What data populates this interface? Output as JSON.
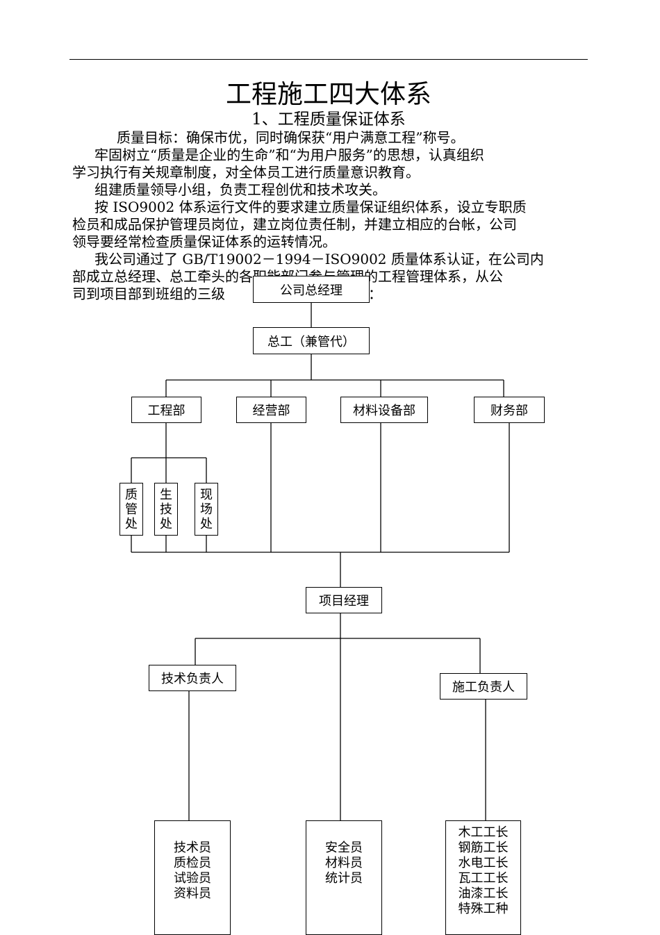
{
  "document": {
    "title": "工程施工四大体系",
    "subtitle": "1、工程质量保证体系",
    "goal": "质量目标：确保市优，同时确保获“用户满意工程”称号。",
    "paragraphs": [
      [
        "牢固树立“质量是企业的生命”和“为用户服务”的思想，认真组织",
        "学习执行有关规章制度，对全体员工进行质量意识教育。"
      ],
      [
        "组建质量领导小组，负责工程创优和技术攻关。"
      ],
      [
        "按 ISO9002 体系运行文件的要求建立质量保证组织体系，设立专职质",
        "检员和成品保护管理员岗位，建立岗位责任制，并建立相应的台帐，公司",
        "领导要经常检查质量保证体系的运转情况。"
      ],
      [
        "我公司通过了 GB/T19002－1994－ISO9002 质量体系认证，在公司内",
        "部成立总经理、总工牵头的各职能部门参与管理的工程管理体系，从公",
        "司到项目部到班组的三级"
      ]
    ],
    "paragraph_tail": "："
  },
  "org_chart": {
    "general_manager": "公司总经理",
    "chief_engineer": "总工（兼管代）",
    "departments": [
      "工程部",
      "经营部",
      "材料设备部",
      "财务部"
    ],
    "sub_offices": [
      [
        "质",
        "管",
        "处"
      ],
      [
        "生",
        "技",
        "处"
      ],
      [
        "现",
        "场",
        "处"
      ]
    ],
    "project_manager": "项目经理",
    "technical_lead": "技术负责人",
    "construction_lead": "施工负责人",
    "technical_staff": [
      "技术员",
      "质检员",
      "试验员",
      "资料员"
    ],
    "support_staff": [
      "安全员",
      "材料员",
      "统计员"
    ],
    "foremen": [
      "木工工长",
      "钢筋工长",
      "水电工长",
      "瓦工工长",
      "油漆工长",
      "特殊工种"
    ]
  }
}
